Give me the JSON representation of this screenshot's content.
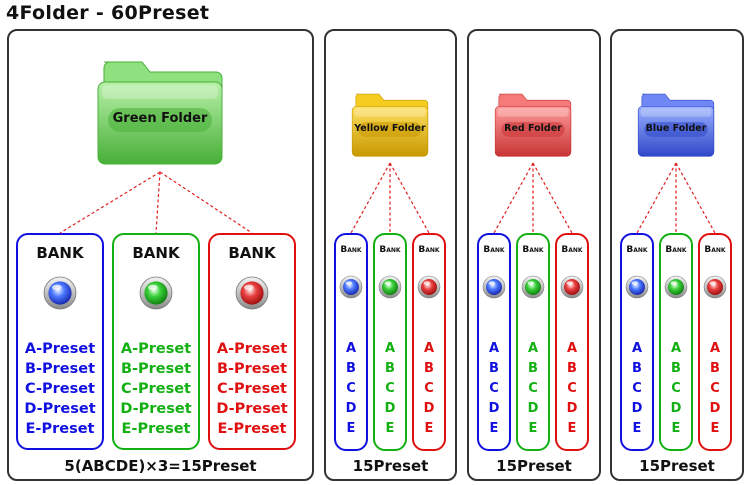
{
  "title": "4Folder - 60Preset",
  "colors": {
    "blue": "#1010e0",
    "green": "#12b012",
    "red": "#e01010",
    "connector": "#e02020"
  },
  "panels": [
    {
      "folder_label": "Green Folder",
      "folder_color": "green",
      "caption": "5(ABCDE)×3=15Preset",
      "banks": [
        {
          "title": "BANK",
          "color": "blue",
          "items": [
            "A-Preset",
            "B-Preset",
            "C-Preset",
            "D-Preset",
            "E-Preset"
          ]
        },
        {
          "title": "BANK",
          "color": "green",
          "items": [
            "A-Preset",
            "B-Preset",
            "C-Preset",
            "D-Preset",
            "E-Preset"
          ]
        },
        {
          "title": "BANK",
          "color": "red",
          "items": [
            "A-Preset",
            "B-Preset",
            "C-Preset",
            "D-Preset",
            "E-Preset"
          ]
        }
      ]
    },
    {
      "folder_label": "Yellow Folder",
      "folder_color": "yellow",
      "caption": "15Preset",
      "banks": [
        {
          "title": "Bank",
          "color": "blue",
          "items": [
            "A",
            "B",
            "C",
            "D",
            "E"
          ]
        },
        {
          "title": "Bank",
          "color": "green",
          "items": [
            "A",
            "B",
            "C",
            "D",
            "E"
          ]
        },
        {
          "title": "Bank",
          "color": "red",
          "items": [
            "A",
            "B",
            "C",
            "D",
            "E"
          ]
        }
      ]
    },
    {
      "folder_label": "Red Folder",
      "folder_color": "red",
      "caption": "15Preset",
      "banks": [
        {
          "title": "Bank",
          "color": "blue",
          "items": [
            "A",
            "B",
            "C",
            "D",
            "E"
          ]
        },
        {
          "title": "Bank",
          "color": "green",
          "items": [
            "A",
            "B",
            "C",
            "D",
            "E"
          ]
        },
        {
          "title": "Bank",
          "color": "red",
          "items": [
            "A",
            "B",
            "C",
            "D",
            "E"
          ]
        }
      ]
    },
    {
      "folder_label": "Blue Folder",
      "folder_color": "blue",
      "caption": "15Preset",
      "banks": [
        {
          "title": "Bank",
          "color": "blue",
          "items": [
            "A",
            "B",
            "C",
            "D",
            "E"
          ]
        },
        {
          "title": "Bank",
          "color": "green",
          "items": [
            "A",
            "B",
            "C",
            "D",
            "E"
          ]
        },
        {
          "title": "Bank",
          "color": "red",
          "items": [
            "A",
            "B",
            "C",
            "D",
            "E"
          ]
        }
      ]
    }
  ]
}
